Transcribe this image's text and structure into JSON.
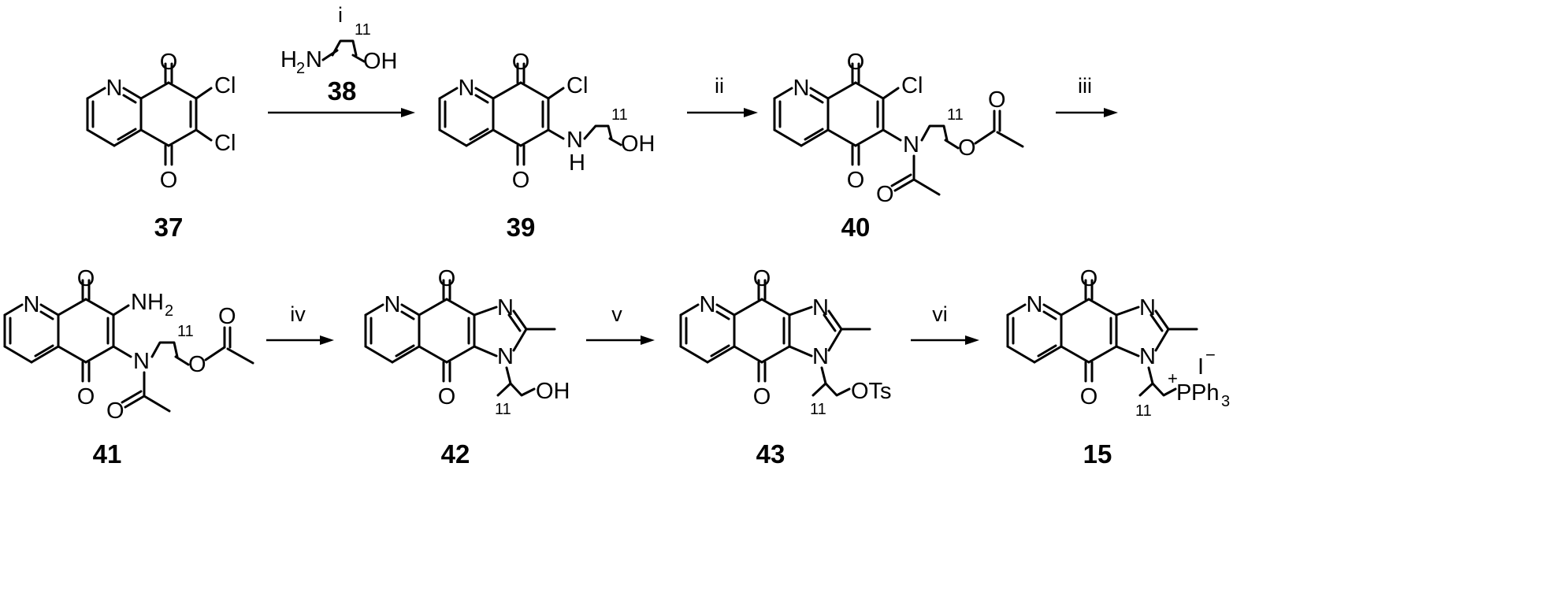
{
  "reagents": {
    "step1_numeral": "i",
    "step1_amine_label": "38",
    "step2_numeral": "ii",
    "step3_numeral": "iii",
    "step4_numeral": "iv",
    "step5_numeral": "v",
    "step6_numeral": "vi"
  },
  "compounds": {
    "c37": "37",
    "c39": "39",
    "c40": "40",
    "c41": "41",
    "c42": "42",
    "c43": "43",
    "c15": "15"
  },
  "atoms": {
    "N": "N",
    "O": "O",
    "Cl": "Cl",
    "H": "H",
    "H2N_H": "H",
    "H2N_2": "2",
    "H2N_N": "N",
    "OH": "OH",
    "NH2_N": "NH",
    "NH2_2": "2",
    "OTs": "OTs",
    "P": "P",
    "Ph3": "Ph",
    "Ph3_sub": "3",
    "plus": "+",
    "iodide": "I",
    "minus": "−",
    "chain_count": "11"
  }
}
